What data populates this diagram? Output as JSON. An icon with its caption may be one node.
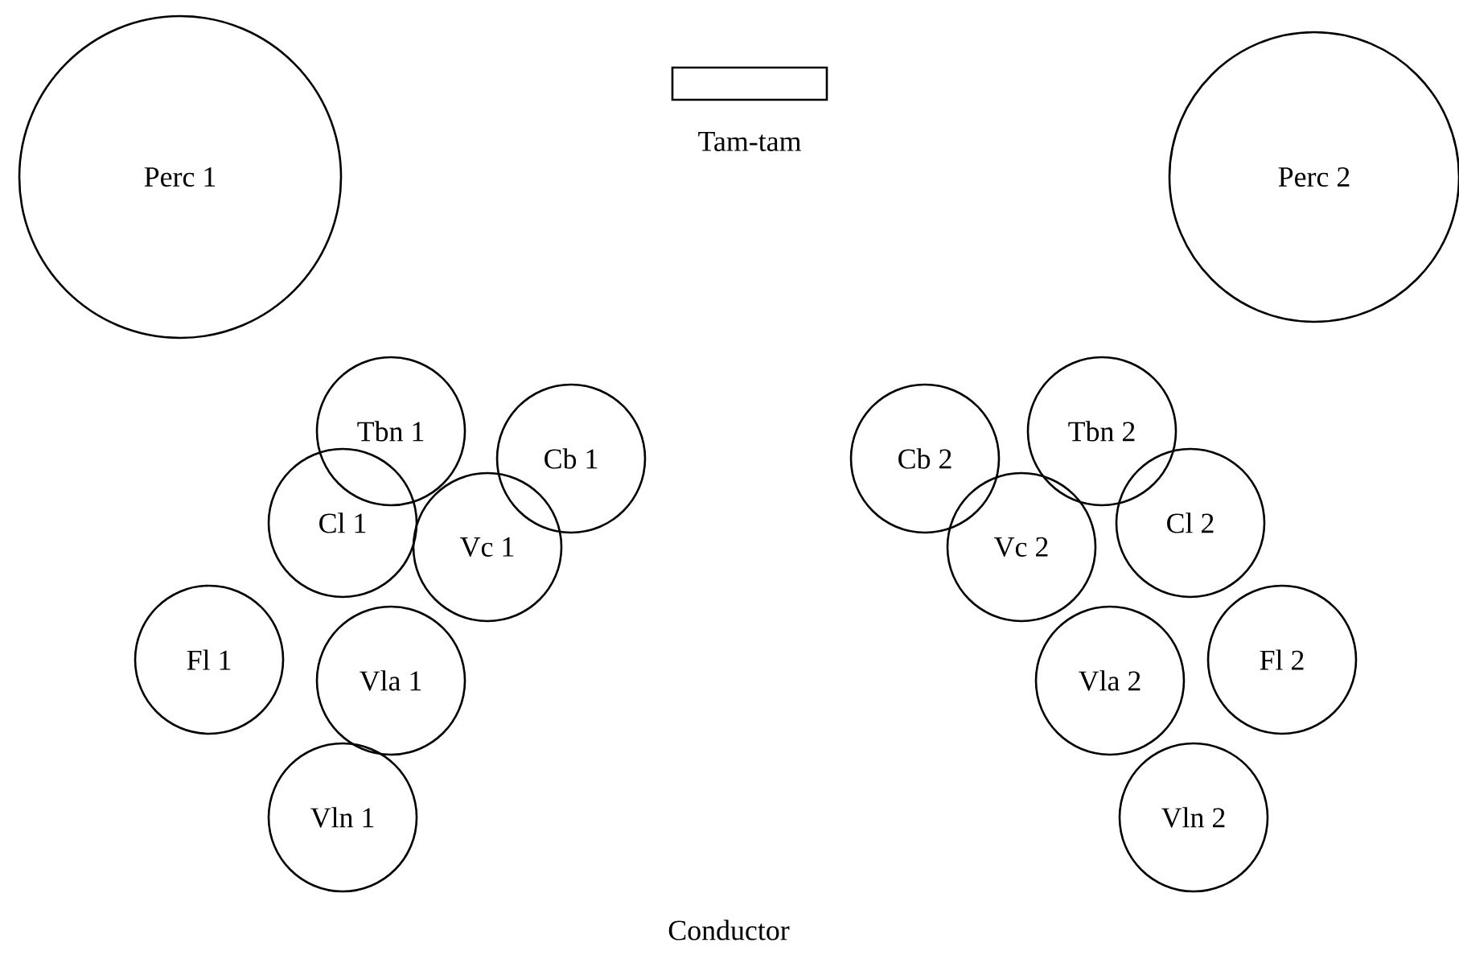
{
  "diagram": {
    "nodes": [
      {
        "text": [
          "Perc 1"
        ]
      },
      {
        "text": [
          "Tam-tam"
        ]
      },
      {
        "text": [
          "Perc 2"
        ]
      },
      {
        "text": [
          "Tbn 1"
        ]
      },
      {
        "text": [
          "Cb 1"
        ]
      },
      {
        "text": [
          "Cb 2"
        ]
      },
      {
        "text": [
          "Tbn 2"
        ]
      },
      {
        "text": [
          "Cl 1"
        ]
      },
      {
        "text": [
          "Vc 1"
        ]
      },
      {
        "text": [
          "Vc 2"
        ]
      },
      {
        "text": [
          "Cl 2"
        ]
      },
      {
        "text": [
          "Fl 1"
        ]
      },
      {
        "text": [
          "Vla 1"
        ]
      },
      {
        "text": [
          "Vla 2"
        ]
      },
      {
        "text": [
          "Fl 2"
        ]
      },
      {
        "text": [
          "Vln 1"
        ]
      },
      {
        "text": [
          "Vln 2"
        ]
      }
    ],
    "labels": [
      "Conductor"
    ]
  }
}
